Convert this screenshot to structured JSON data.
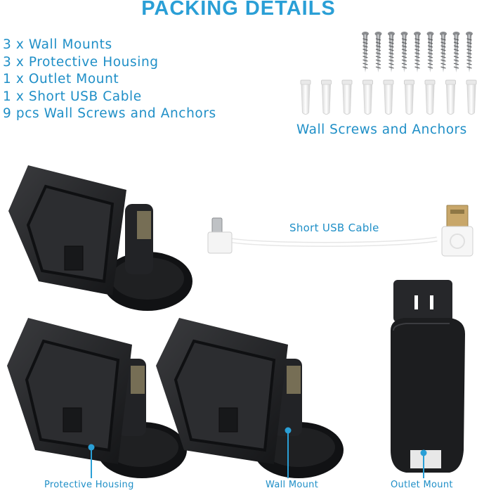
{
  "title": "PACKING DETAILS",
  "package_list": [
    "3 x Wall Mounts",
    "3 x Protective Housing",
    "1 x Outlet Mount",
    "1 x Short USB Cable",
    "9 pcs Wall Screws and Anchors"
  ],
  "labels": {
    "screws": "Wall Screws and Anchors",
    "usb": "Short USB Cable",
    "housing": "Protective Housing",
    "wall_mount": "Wall Mount",
    "outlet_mount": "Outlet Mount"
  },
  "colors": {
    "accent": "#2a9fd6",
    "text": "#1f8fc7",
    "product": "#1d1e20",
    "callout": "#2a9fd6"
  }
}
